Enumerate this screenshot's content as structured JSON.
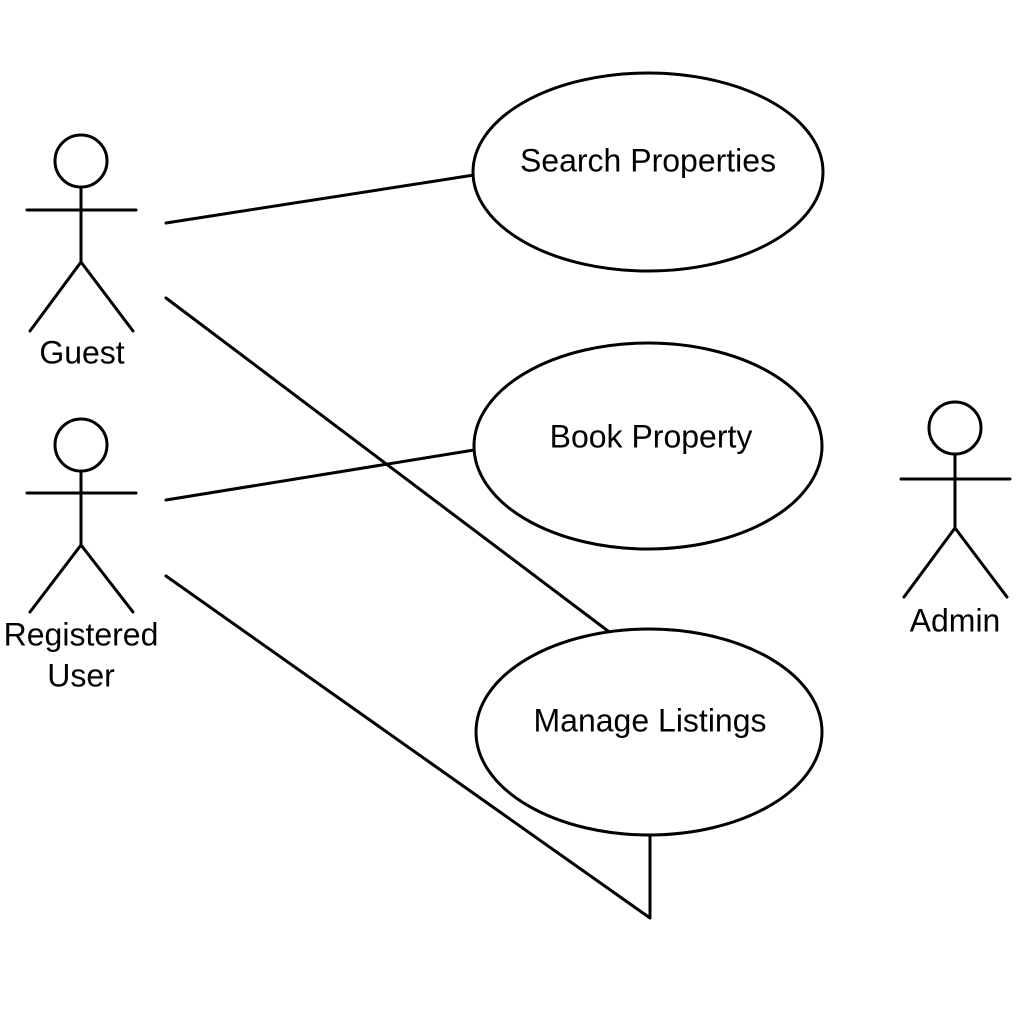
{
  "diagram": {
    "type": "use-case",
    "actors": [
      {
        "id": "guest",
        "lines": [
          "Guest"
        ]
      },
      {
        "id": "registered-user",
        "lines": [
          "Registered",
          "User"
        ]
      },
      {
        "id": "admin",
        "lines": [
          "Admin"
        ]
      }
    ],
    "use_cases": [
      {
        "id": "search-properties",
        "label": "Search Properties"
      },
      {
        "id": "book-property",
        "label": "Book Property"
      },
      {
        "id": "manage-listings",
        "label": "Manage Listings"
      }
    ],
    "associations": [
      {
        "from": "guest",
        "to": "search-properties"
      },
      {
        "from": "guest",
        "to": "manage-listings"
      },
      {
        "from": "registered-user",
        "to": "book-property"
      },
      {
        "from": "registered-user",
        "to": "manage-listings"
      }
    ]
  }
}
